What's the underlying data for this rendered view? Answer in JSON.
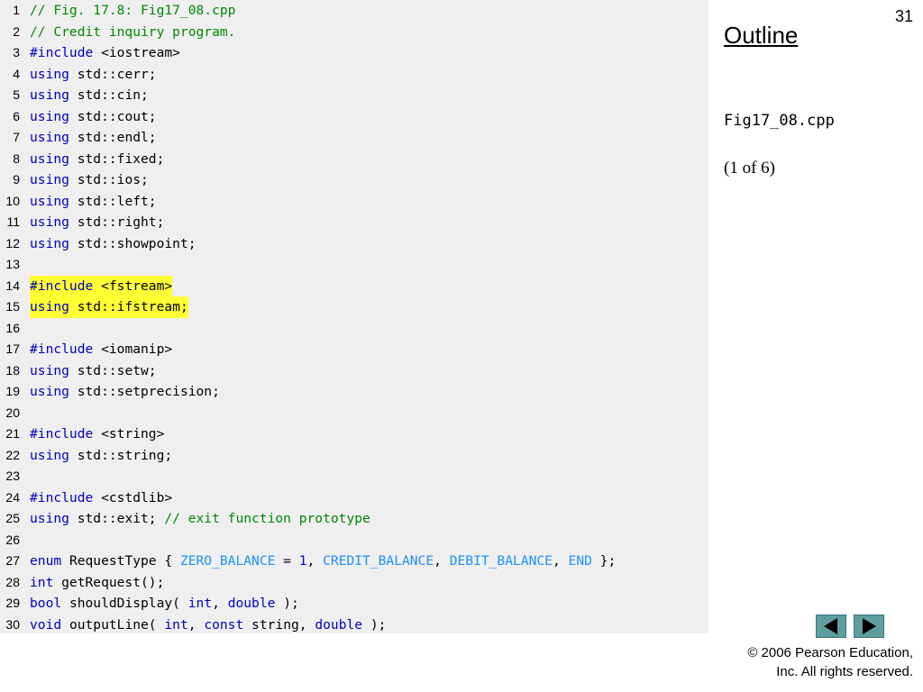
{
  "slide": {
    "number": "31",
    "outline_title": "Outline",
    "file_name": "Fig17_08.cpp",
    "page_indicator": "(1 of 6)",
    "copyright_line1": "© 2006 Pearson Education,",
    "copyright_line2": "Inc.  All rights reserved."
  },
  "colors": {
    "keyword": "#0000c0",
    "comment": "#008800",
    "constant": "#1e90ff",
    "highlight": "#ffff33",
    "code_background": "#efefef",
    "nav_button": "#5f9ea0"
  },
  "nav": {
    "prev_icon": "left-triangle-icon",
    "next_icon": "right-triangle-icon"
  },
  "code_lines": [
    {
      "n": "1",
      "hl": false,
      "tokens": [
        {
          "t": "cm",
          "v": "// Fig. 17.8: Fig17_08.cpp"
        }
      ]
    },
    {
      "n": "2",
      "hl": false,
      "tokens": [
        {
          "t": "cm",
          "v": "// Credit inquiry program."
        }
      ]
    },
    {
      "n": "3",
      "hl": false,
      "tokens": [
        {
          "t": "kw",
          "v": "#include"
        },
        {
          "t": "pl",
          "v": " <iostream>"
        }
      ]
    },
    {
      "n": "4",
      "hl": false,
      "tokens": [
        {
          "t": "kw",
          "v": "using"
        },
        {
          "t": "pl",
          "v": " std::cerr;"
        }
      ]
    },
    {
      "n": "5",
      "hl": false,
      "tokens": [
        {
          "t": "kw",
          "v": "using"
        },
        {
          "t": "pl",
          "v": " std::cin;"
        }
      ]
    },
    {
      "n": "6",
      "hl": false,
      "tokens": [
        {
          "t": "kw",
          "v": "using"
        },
        {
          "t": "pl",
          "v": " std::cout;"
        }
      ]
    },
    {
      "n": "7",
      "hl": false,
      "tokens": [
        {
          "t": "kw",
          "v": "using"
        },
        {
          "t": "pl",
          "v": " std::endl;"
        }
      ]
    },
    {
      "n": "8",
      "hl": false,
      "tokens": [
        {
          "t": "kw",
          "v": "using"
        },
        {
          "t": "pl",
          "v": " std::fixed;"
        }
      ]
    },
    {
      "n": "9",
      "hl": false,
      "tokens": [
        {
          "t": "kw",
          "v": "using"
        },
        {
          "t": "pl",
          "v": " std::ios;"
        }
      ]
    },
    {
      "n": "10",
      "hl": false,
      "tokens": [
        {
          "t": "kw",
          "v": "using"
        },
        {
          "t": "pl",
          "v": " std::left;"
        }
      ]
    },
    {
      "n": "11",
      "hl": false,
      "tokens": [
        {
          "t": "kw",
          "v": "using"
        },
        {
          "t": "pl",
          "v": " std::right;"
        }
      ]
    },
    {
      "n": "12",
      "hl": false,
      "tokens": [
        {
          "t": "kw",
          "v": "using"
        },
        {
          "t": "pl",
          "v": " std::showpoint;"
        }
      ]
    },
    {
      "n": "13",
      "hl": false,
      "tokens": []
    },
    {
      "n": "14",
      "hl": true,
      "tokens": [
        {
          "t": "kw",
          "v": "#include"
        },
        {
          "t": "pl",
          "v": " <fstream>"
        }
      ]
    },
    {
      "n": "15",
      "hl": true,
      "tokens": [
        {
          "t": "kw",
          "v": "using"
        },
        {
          "t": "pl",
          "v": " std::ifstream;"
        }
      ]
    },
    {
      "n": "16",
      "hl": false,
      "tokens": []
    },
    {
      "n": "17",
      "hl": false,
      "tokens": [
        {
          "t": "kw",
          "v": "#include"
        },
        {
          "t": "pl",
          "v": " <iomanip>"
        }
      ]
    },
    {
      "n": "18",
      "hl": false,
      "tokens": [
        {
          "t": "kw",
          "v": "using"
        },
        {
          "t": "pl",
          "v": " std::setw;"
        }
      ]
    },
    {
      "n": "19",
      "hl": false,
      "tokens": [
        {
          "t": "kw",
          "v": "using"
        },
        {
          "t": "pl",
          "v": " std::setprecision;"
        }
      ]
    },
    {
      "n": "20",
      "hl": false,
      "tokens": []
    },
    {
      "n": "21",
      "hl": false,
      "tokens": [
        {
          "t": "kw",
          "v": "#include"
        },
        {
          "t": "pl",
          "v": " <string>"
        }
      ]
    },
    {
      "n": "22",
      "hl": false,
      "tokens": [
        {
          "t": "kw",
          "v": "using"
        },
        {
          "t": "pl",
          "v": " std::string;"
        }
      ]
    },
    {
      "n": "23",
      "hl": false,
      "tokens": []
    },
    {
      "n": "24",
      "hl": false,
      "tokens": [
        {
          "t": "kw",
          "v": "#include"
        },
        {
          "t": "pl",
          "v": " <cstdlib>"
        }
      ]
    },
    {
      "n": "25",
      "hl": false,
      "tokens": [
        {
          "t": "kw",
          "v": "using"
        },
        {
          "t": "pl",
          "v": " std::exit; "
        },
        {
          "t": "cm",
          "v": "// exit function prototype"
        }
      ]
    },
    {
      "n": "26",
      "hl": false,
      "tokens": []
    },
    {
      "n": "27",
      "hl": false,
      "tokens": [
        {
          "t": "kw",
          "v": "enum"
        },
        {
          "t": "pl",
          "v": " RequestType { "
        },
        {
          "t": "ct",
          "v": "ZERO_BALANCE"
        },
        {
          "t": "pl",
          "v": " = "
        },
        {
          "t": "nm",
          "v": "1"
        },
        {
          "t": "pl",
          "v": ", "
        },
        {
          "t": "ct",
          "v": "CREDIT_BALANCE"
        },
        {
          "t": "pl",
          "v": ", "
        },
        {
          "t": "ct",
          "v": "DEBIT_BALANCE"
        },
        {
          "t": "pl",
          "v": ", "
        },
        {
          "t": "ct",
          "v": "END"
        },
        {
          "t": "pl",
          "v": " };"
        }
      ]
    },
    {
      "n": "28",
      "hl": false,
      "tokens": [
        {
          "t": "kw",
          "v": "int"
        },
        {
          "t": "pl",
          "v": " getRequest();"
        }
      ]
    },
    {
      "n": "29",
      "hl": false,
      "tokens": [
        {
          "t": "kw",
          "v": "bool"
        },
        {
          "t": "pl",
          "v": " shouldDisplay( "
        },
        {
          "t": "kw",
          "v": "int"
        },
        {
          "t": "pl",
          "v": ", "
        },
        {
          "t": "kw",
          "v": "double"
        },
        {
          "t": "pl",
          "v": " );"
        }
      ]
    },
    {
      "n": "30",
      "hl": false,
      "tokens": [
        {
          "t": "kw",
          "v": "void"
        },
        {
          "t": "pl",
          "v": " outputLine( "
        },
        {
          "t": "kw",
          "v": "int"
        },
        {
          "t": "pl",
          "v": ", "
        },
        {
          "t": "kw",
          "v": "const"
        },
        {
          "t": "pl",
          "v": " string, "
        },
        {
          "t": "kw",
          "v": "double"
        },
        {
          "t": "pl",
          "v": " );"
        }
      ]
    }
  ]
}
